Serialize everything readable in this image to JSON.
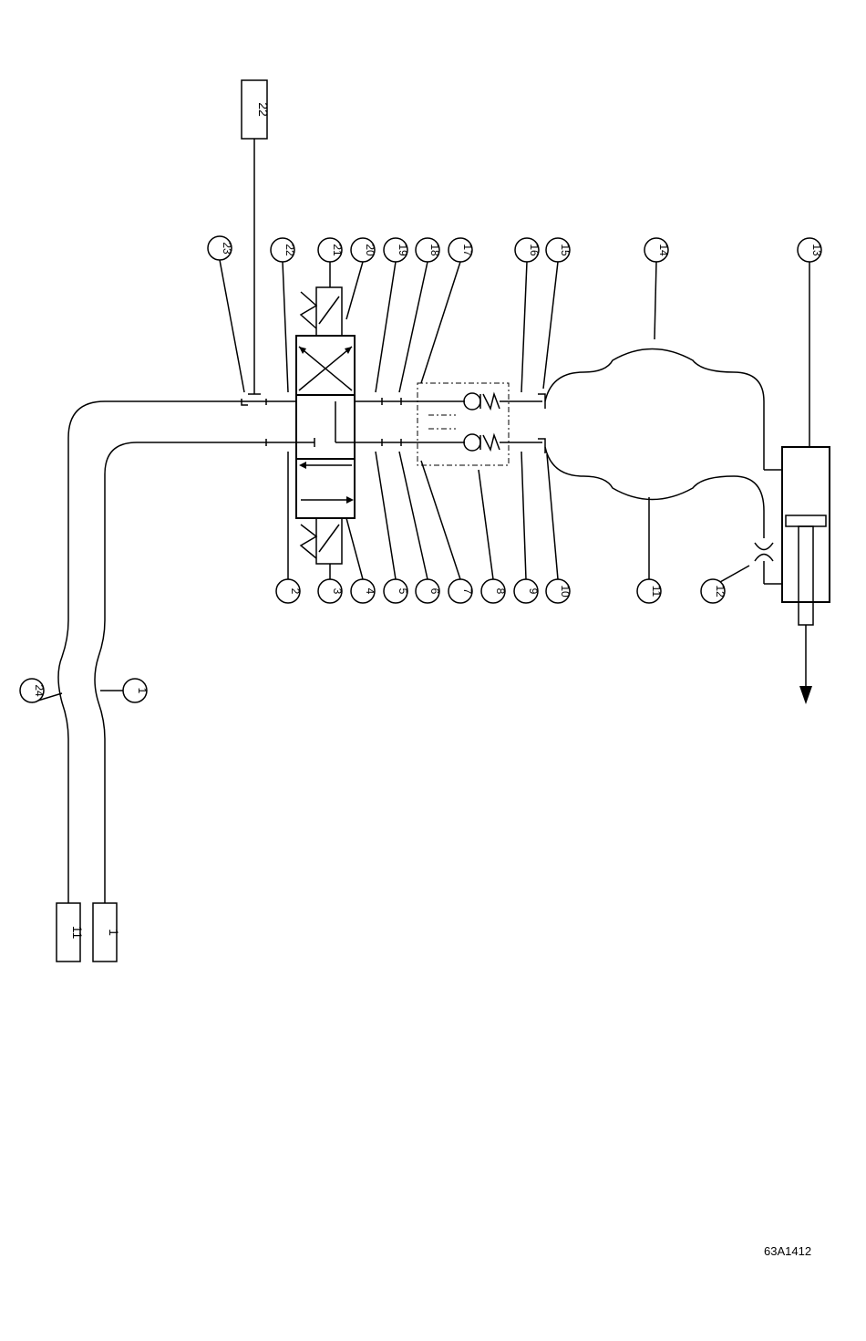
{
  "figure_code": "63A1412",
  "boxes": [
    {
      "id": "box-22",
      "label": "22"
    },
    {
      "id": "box-11",
      "label": "11"
    },
    {
      "id": "box-1",
      "label": "1"
    }
  ],
  "callouts": [
    "1",
    "2",
    "3",
    "4",
    "5",
    "6",
    "7",
    "8",
    "9",
    "10",
    "11",
    "12",
    "13",
    "14",
    "15",
    "16",
    "17",
    "18",
    "19",
    "20",
    "21",
    "22",
    "23",
    "24"
  ]
}
